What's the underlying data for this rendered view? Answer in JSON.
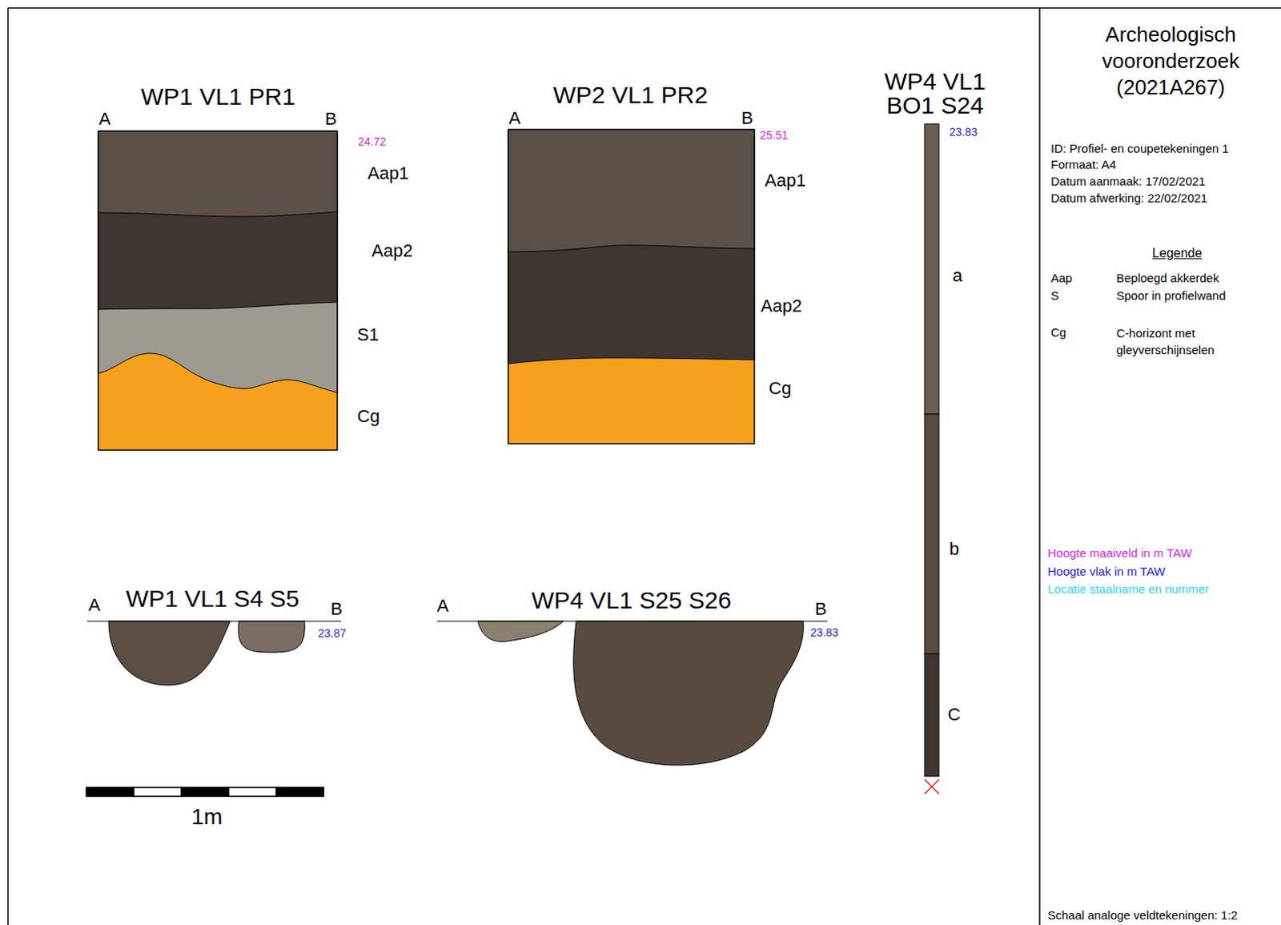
{
  "diagram": {
    "title": "Archeologisch vooronderzoek (2021A267)",
    "labels": [
      "WP1 VL1 PR1",
      "A",
      "B",
      "24.72",
      "Aap1",
      "Aap2",
      "S1",
      "Cg",
      "WP2 VL1 PR2",
      "A",
      "B",
      "25.51",
      "Aap1",
      "Aap2",
      "Cg",
      "WP4 VL1 BO1 S24",
      "23.83",
      "a",
      "b",
      "C",
      "WP1 VL1 S4 S5",
      "A",
      "B",
      "23.87",
      "WP4 VL1 S25 S26",
      "A",
      "B",
      "23.83",
      "1m",
      "ID: Profiel- en coupetekeningen 1",
      "Formaat: A4",
      "Datum aanmaak: 17/02/2021",
      "Datum afwerking: 22/02/2021",
      "Legende",
      "Aap",
      "Beploegd akkerdek",
      "S",
      "Spoor in profielwand",
      "Cg",
      "C-horizont met gleyverschijnselen",
      "Schaal analoge veldtekeningen: 1:2"
    ],
    "legend": [
      {
        "text": "Hoogte maaiveld in m TAW",
        "color": "#e21fe0"
      },
      {
        "text": "Hoogte vlak in m TAW",
        "color": "#2323e6"
      },
      {
        "text": "Locatie staalname en nummer",
        "color": "#2fd8ee"
      }
    ]
  }
}
